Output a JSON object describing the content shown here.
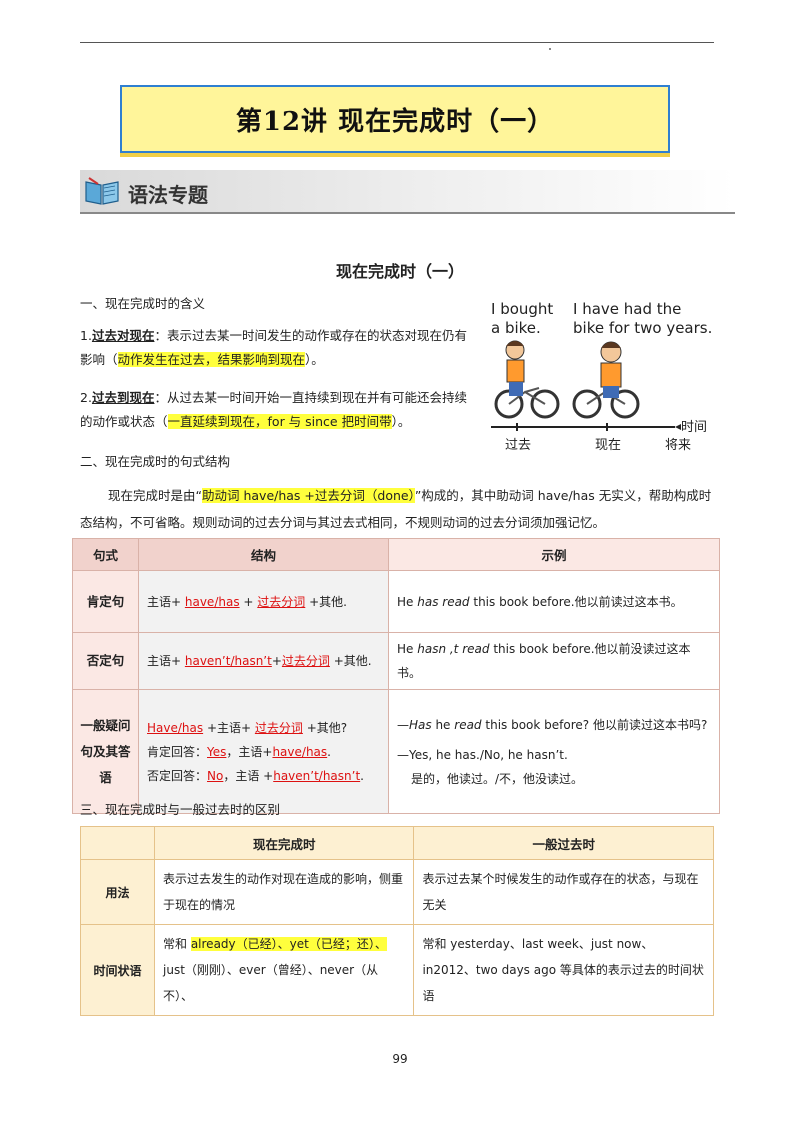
{
  "lesson_title": "第12讲  现在完成时（一）",
  "section": "语法专题",
  "heading": "现在完成时（一）",
  "meaning": {
    "title": "一、现在完成时的含义",
    "p1_num": "1.",
    "p1_key": "过去对现在",
    "p1_text": "：表示过去某一时间发生的动作或存在的状态对现在仍有影响（",
    "p1_hl": "动作发生在过去，结果影响到现在",
    "p1_end": "）。",
    "p2_num": "2.",
    "p2_key": "过去到现在",
    "p2_text": "：从过去某一时间开始一直持续到现在并有可能还会持续的动作或状态（",
    "p2_hl": "一直延续到现在，for 与 since 把时间带",
    "p2_end": "）。"
  },
  "illustration": {
    "caption_left": "I bought a bike.",
    "caption_right": "I have had the bike for two years.",
    "axis_label": "时间",
    "past": "过去",
    "now": "现在",
    "future": "将来"
  },
  "structure": {
    "title": "二、现在完成时的句式结构",
    "intro_a": "现在完成时是由“",
    "intro_hl": "助动词 have/has +过去分词（done）",
    "intro_b": "”构成的，其中助动词 have/has 无实义，帮助构成时态结构，不可省略。规则动词的过去分词与其过去式相同，不规则动词的过去分词须加强记忆。"
  },
  "table1": {
    "headers": [
      "句式",
      "结构",
      "示例"
    ],
    "rows": [
      {
        "kind": "肯定句",
        "s1": "主语+ ",
        "b1": "have/has",
        "s2": " + ",
        "b2": "过去分词",
        "s3": " +其他.",
        "ex_a": "He ",
        "ex_i": "has read",
        "ex_b": " this book before.他以前读过这本书。"
      },
      {
        "kind": "否定句",
        "s1": "主语+ ",
        "b1": "haven’t/hasn’t",
        "s2": "+",
        "b2": "过去分词",
        "s3": " +其他.",
        "ex_a": "He ",
        "ex_i": "hasn ,t read",
        "ex_b": " this book before.他以前没读过这本书。"
      },
      {
        "kind": "一般疑问句及其答语",
        "q_b1": "Have/has",
        "q_s1": " +主语+ ",
        "q_b2": "过去分词",
        "q_s2": " +其他?",
        "yes_a": "肯定回答：",
        "yes_b": "Yes",
        "yes_c": "，主语+",
        "yes_d": "have/has",
        "yes_e": ".",
        "no_a": "否定回答：",
        "no_b": "No",
        "no_c": "，主语 +",
        "no_d": "haven’t/hasn’t",
        "no_e": ".",
        "ex_q_a": "—",
        "ex_q_i1": "Has",
        "ex_q_b": " he ",
        "ex_q_i2": "read",
        "ex_q_c": " this book before? 他以前读过这本书吗?",
        "ex_ans": "—Yes, he has./No, he hasn’t.",
        "ex_ans_cn": "是的，他读过。/不，他没读过。"
      }
    ]
  },
  "compare": {
    "title": "三、现在完成时与一般过去时的区别",
    "headers": [
      "",
      "现在完成时",
      "一般过去时"
    ],
    "usage_label": "用法",
    "usage_pp": "表示过去发生的动作对现在造成的影响，侧重于现在的情况",
    "usage_past": "表示过去某个时候发生的动作或存在的状态，与现在无关",
    "adv_label": "时间状语",
    "adv_pp_a": "常和 ",
    "adv_pp_hl": "already（已经）、yet（已经；还）、",
    "adv_pp_b": "just（刚刚）、ever（曾经）、never（从不）、",
    "adv_past": "常和 yesterday、last week、just now、in2012、two days ago 等具体的表示过去的时间状语"
  },
  "page_number": "99"
}
